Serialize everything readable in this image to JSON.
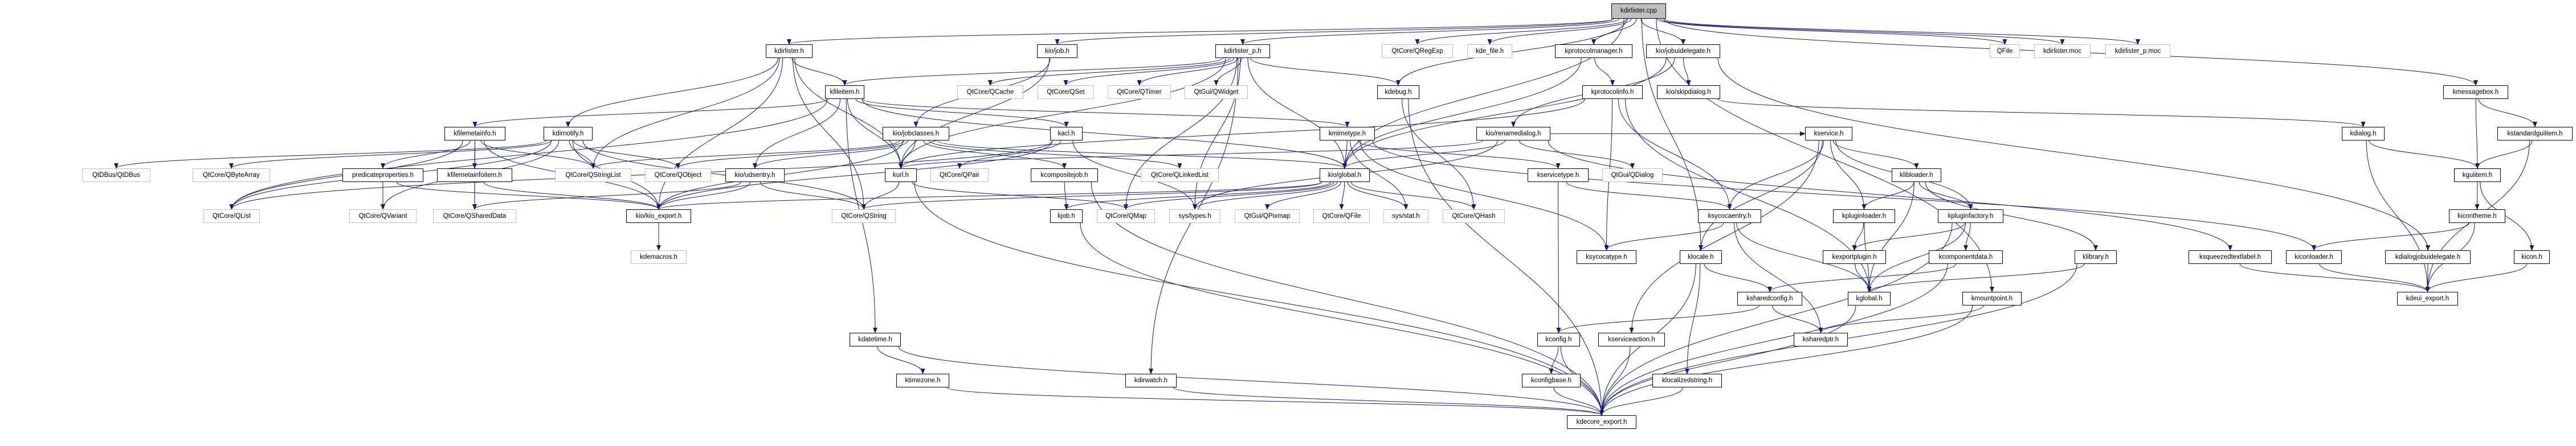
{
  "graph": {
    "edge_color": "#191970",
    "root_fill": "#bfbfbf",
    "external_border": "#bfbfbf",
    "nodes": [
      {
        "label": "kdirlister.cpp",
        "kind": "root"
      },
      {
        "label": "kdirlister.h",
        "kind": "documented"
      },
      {
        "label": "kio/job.h",
        "kind": "documented"
      },
      {
        "label": "kdirlister_p.h",
        "kind": "documented"
      },
      {
        "label": "QtCore/QRegExp",
        "kind": "external"
      },
      {
        "label": "kde_file.h",
        "kind": "external"
      },
      {
        "label": "kprotocolmanager.h",
        "kind": "documented"
      },
      {
        "label": "kio/jobuidelegate.h",
        "kind": "documented"
      },
      {
        "label": "QFile",
        "kind": "external"
      },
      {
        "label": "kdirlister.moc",
        "kind": "external"
      },
      {
        "label": "kdirlister_p.moc",
        "kind": "external"
      },
      {
        "label": "kfileitem.h",
        "kind": "documented"
      },
      {
        "label": "QtCore/QCache",
        "kind": "external"
      },
      {
        "label": "QtCore/QSet",
        "kind": "external"
      },
      {
        "label": "QtCore/QTimer",
        "kind": "external"
      },
      {
        "label": "QtGui/QWidget",
        "kind": "external"
      },
      {
        "label": "kdebug.h",
        "kind": "documented"
      },
      {
        "label": "kprotocolinfo.h",
        "kind": "documented"
      },
      {
        "label": "kio/skipdialog.h",
        "kind": "documented"
      },
      {
        "label": "kmessagebox.h",
        "kind": "documented"
      },
      {
        "label": "kfilemetainfo.h",
        "kind": "documented"
      },
      {
        "label": "kdirnotify.h",
        "kind": "documented"
      },
      {
        "label": "kio/jobclasses.h",
        "kind": "documented"
      },
      {
        "label": "kacl.h",
        "kind": "documented"
      },
      {
        "label": "kmimetype.h",
        "kind": "documented"
      },
      {
        "label": "kio/renamedialog.h",
        "kind": "documented"
      },
      {
        "label": "kservice.h",
        "kind": "documented"
      },
      {
        "label": "kdialog.h",
        "kind": "documented"
      },
      {
        "label": "kstandardguiitem.h",
        "kind": "documented"
      },
      {
        "label": "QtDBus/QtDBus",
        "kind": "external"
      },
      {
        "label": "QtCore/QByteArray",
        "kind": "external"
      },
      {
        "label": "predicateproperties.h",
        "kind": "documented"
      },
      {
        "label": "kfilemetainfoitem.h",
        "kind": "documented"
      },
      {
        "label": "QtCore/QStringList",
        "kind": "external"
      },
      {
        "label": "QtCore/QObject",
        "kind": "external"
      },
      {
        "label": "kio/udsentry.h",
        "kind": "documented"
      },
      {
        "label": "kurl.h",
        "kind": "documented"
      },
      {
        "label": "QtCore/QPair",
        "kind": "external"
      },
      {
        "label": "kcompositejob.h",
        "kind": "documented"
      },
      {
        "label": "QtCore/QLinkedList",
        "kind": "external"
      },
      {
        "label": "kio/global.h",
        "kind": "documented"
      },
      {
        "label": "kservicetype.h",
        "kind": "documented"
      },
      {
        "label": "QtGui/QDialog",
        "kind": "external"
      },
      {
        "label": "klibloader.h",
        "kind": "documented"
      },
      {
        "label": "kguiitem.h",
        "kind": "documented"
      },
      {
        "label": "QtCore/QList",
        "kind": "external"
      },
      {
        "label": "QtCore/QVariant",
        "kind": "external"
      },
      {
        "label": "QtCore/QSharedData",
        "kind": "external"
      },
      {
        "label": "kio/kio_export.h",
        "kind": "documented"
      },
      {
        "label": "QtCore/QString",
        "kind": "external"
      },
      {
        "label": "kjob.h",
        "kind": "documented"
      },
      {
        "label": "QtCore/QMap",
        "kind": "external"
      },
      {
        "label": "sys/types.h",
        "kind": "external"
      },
      {
        "label": "QtGui/QPixmap",
        "kind": "external"
      },
      {
        "label": "QtCore/QFile",
        "kind": "external"
      },
      {
        "label": "sys/stat.h",
        "kind": "external"
      },
      {
        "label": "QtCore/QHash",
        "kind": "external"
      },
      {
        "label": "ksycocaentry.h",
        "kind": "documented"
      },
      {
        "label": "kpluginloader.h",
        "kind": "documented"
      },
      {
        "label": "kpluginfactory.h",
        "kind": "documented"
      },
      {
        "label": "kicontheme.h",
        "kind": "documented"
      },
      {
        "label": "kdemacros.h",
        "kind": "external"
      },
      {
        "label": "ksycocatype.h",
        "kind": "documented"
      },
      {
        "label": "klocale.h",
        "kind": "documented"
      },
      {
        "label": "kexportplugin.h",
        "kind": "documented"
      },
      {
        "label": "kcomponentdata.h",
        "kind": "documented"
      },
      {
        "label": "klibrary.h",
        "kind": "documented"
      },
      {
        "label": "ksqueezedtextlabel.h",
        "kind": "documented"
      },
      {
        "label": "kiconloader.h",
        "kind": "documented"
      },
      {
        "label": "kdialogjobuidelegate.h",
        "kind": "documented"
      },
      {
        "label": "kicon.h",
        "kind": "documented"
      },
      {
        "label": "ksharedconfig.h",
        "kind": "documented"
      },
      {
        "label": "kglobal.h",
        "kind": "documented"
      },
      {
        "label": "kmountpoint.h",
        "kind": "documented"
      },
      {
        "label": "kdeui_export.h",
        "kind": "documented"
      },
      {
        "label": "kdatetime.h",
        "kind": "documented"
      },
      {
        "label": "kconfig.h",
        "kind": "documented"
      },
      {
        "label": "kserviceaction.h",
        "kind": "documented"
      },
      {
        "label": "ksharedptr.h",
        "kind": "documented"
      },
      {
        "label": "ktimezone.h",
        "kind": "documented"
      },
      {
        "label": "kdirwatch.h",
        "kind": "documented"
      },
      {
        "label": "kconfigbase.h",
        "kind": "documented"
      },
      {
        "label": "klocalizedstring.h",
        "kind": "documented"
      },
      {
        "label": "kdecore_export.h",
        "kind": "documented"
      }
    ],
    "edges": [
      [
        "kdirlister.cpp",
        "kdirlister.h"
      ],
      [
        "kdirlister.cpp",
        "kio/job.h"
      ],
      [
        "kdirlister.cpp",
        "kdirlister_p.h"
      ],
      [
        "kdirlister.cpp",
        "QtCore/QRegExp"
      ],
      [
        "kdirlister.cpp",
        "kde_file.h"
      ],
      [
        "kdirlister.cpp",
        "kprotocolmanager.h"
      ],
      [
        "kdirlister.cpp",
        "kio/jobuidelegate.h"
      ],
      [
        "kdirlister.cpp",
        "QFile"
      ],
      [
        "kdirlister.cpp",
        "kdirlister.moc"
      ],
      [
        "kdirlister.cpp",
        "kdirlister_p.moc"
      ],
      [
        "kdirlister.cpp",
        "kmessagebox.h"
      ],
      [
        "kdirlister.cpp",
        "kdebug.h"
      ],
      [
        "kdirlister.cpp",
        "klocale.h"
      ],
      [
        "kdirlister.cpp",
        "kmountpoint.h"
      ],
      [
        "kdirlister.cpp",
        "kio/global.h"
      ],
      [
        "kdirlister.h",
        "kfileitem.h"
      ],
      [
        "kdirlister.h",
        "kdirnotify.h"
      ],
      [
        "kdirlister.h",
        "QtCore/QStringList"
      ],
      [
        "kdirlister.h",
        "kurl.h"
      ],
      [
        "kdirlister.h",
        "QtCore/QString"
      ],
      [
        "kdirlister.h",
        "kio/kio_export.h"
      ],
      [
        "kfileitem.h",
        "kfilemetainfo.h"
      ],
      [
        "kfileitem.h",
        "kio/udsentry.h"
      ],
      [
        "kfileitem.h",
        "kurl.h"
      ],
      [
        "kfileitem.h",
        "kacl.h"
      ],
      [
        "kfileitem.h",
        "kmimetype.h"
      ],
      [
        "kfileitem.h",
        "kio/global.h"
      ],
      [
        "kfileitem.h",
        "QtCore/QList"
      ],
      [
        "kfileitem.h",
        "kdatetime.h"
      ],
      [
        "kfilemetainfo.h",
        "kfilemetainfoitem.h"
      ],
      [
        "kfilemetainfo.h",
        "QtCore/QStringList"
      ],
      [
        "kfilemetainfo.h",
        "QtCore/QList"
      ],
      [
        "kfilemetainfo.h",
        "kio/kio_export.h"
      ],
      [
        "kfilemetainfo.h",
        "QtCore/QSharedData"
      ],
      [
        "kfilemetainfo.h",
        "predicateproperties.h"
      ],
      [
        "kfilemetainfoitem.h",
        "QtCore/QSharedData"
      ],
      [
        "kfilemetainfoitem.h",
        "kio/kio_export.h"
      ],
      [
        "predicateproperties.h",
        "QtCore/QVariant"
      ],
      [
        "predicateproperties.h",
        "kio/kio_export.h"
      ],
      [
        "kdirnotify.h",
        "QtCore/QStringList"
      ],
      [
        "kdirnotify.h",
        "QtCore/QObject"
      ],
      [
        "kdirnotify.h",
        "kio/kio_export.h"
      ],
      [
        "kdirnotify.h",
        "QtDBus/QtDBus"
      ],
      [
        "kdirnotify.h",
        "QtCore/QByteArray"
      ],
      [
        "kdirnotify.h",
        "QtCore/QList"
      ],
      [
        "kdirnotify.h",
        "QtCore/QString"
      ],
      [
        "kdirnotify.h",
        "QtCore/QVariant"
      ],
      [
        "kio/udsentry.h",
        "kio/kio_export.h"
      ],
      [
        "kio/udsentry.h",
        "QtCore/QString"
      ],
      [
        "kio/udsentry.h",
        "QtCore/QSharedData"
      ],
      [
        "kio/kio_export.h",
        "kdemacros.h"
      ],
      [
        "kio/job.h",
        "kio/jobclasses.h"
      ],
      [
        "kio/job.h",
        "kurl.h"
      ],
      [
        "kio/jobclasses.h",
        "kurl.h"
      ],
      [
        "kio/jobclasses.h",
        "kcompositejob.h"
      ],
      [
        "kio/jobclasses.h",
        "kio/global.h"
      ],
      [
        "kio/jobclasses.h",
        "QtCore/QLinkedList"
      ],
      [
        "kio/jobclasses.h",
        "QtCore/QStringList"
      ],
      [
        "kio/jobclasses.h",
        "QtCore/QObject"
      ],
      [
        "kio/jobclasses.h",
        "kio/udsentry.h"
      ],
      [
        "kio/jobclasses.h",
        "kio/kio_export.h"
      ],
      [
        "kacl.h",
        "QtCore/QPair"
      ],
      [
        "kacl.h",
        "QtCore/QList"
      ],
      [
        "kacl.h",
        "sys/types.h"
      ],
      [
        "kacl.h",
        "kio/kio_export.h"
      ],
      [
        "kcompositejob.h",
        "kjob.h"
      ],
      [
        "kcompositejob.h",
        "kdecore_export.h"
      ],
      [
        "kjob.h",
        "kdecore_export.h"
      ],
      [
        "kurl.h",
        "kdecore_export.h"
      ],
      [
        "kurl.h",
        "QtCore/QMap"
      ],
      [
        "kurl.h",
        "QtCore/QString"
      ],
      [
        "kmimetype.h",
        "kservicetype.h"
      ],
      [
        "kmimetype.h",
        "kio/global.h"
      ],
      [
        "kmimetype.h",
        "ksycocatype.h"
      ],
      [
        "kmimetype.h",
        "sys/stat.h"
      ],
      [
        "kio/global.h",
        "kio/kio_export.h"
      ],
      [
        "kio/global.h",
        "QtCore/QString"
      ],
      [
        "kio/global.h",
        "QtCore/QMap"
      ],
      [
        "kio/global.h",
        "QtGui/QPixmap"
      ],
      [
        "kio/global.h",
        "QtCore/QFile"
      ],
      [
        "kio/global.h",
        "sys/stat.h"
      ],
      [
        "kio/global.h",
        "sys/types.h"
      ],
      [
        "kio/global.h",
        "QtCore/QHash"
      ],
      [
        "kio/global.h",
        "kjob.h"
      ],
      [
        "kdirlister_p.h",
        "kfileitem.h"
      ],
      [
        "kdirlister_p.h",
        "QtCore/QCache"
      ],
      [
        "kdirlister_p.h",
        "QtCore/QSet"
      ],
      [
        "kdirlister_p.h",
        "QtCore/QTimer"
      ],
      [
        "kdirlister_p.h",
        "QtGui/QWidget"
      ],
      [
        "kdirlister_p.h",
        "kurl.h"
      ],
      [
        "kdirlister_p.h",
        "kio/global.h"
      ],
      [
        "kdirlister_p.h",
        "kdirwatch.h"
      ],
      [
        "kdirlister_p.h",
        "kdebug.h"
      ],
      [
        "kdirlister_p.h",
        "QtCore/QMap"
      ],
      [
        "kdirlister_p.h",
        "sys/types.h"
      ],
      [
        "kdebug.h",
        "kdecore_export.h"
      ],
      [
        "kdebug.h",
        "QtCore/QHash"
      ],
      [
        "kprotocolmanager.h",
        "kprotocolinfo.h"
      ],
      [
        "kprotocolmanager.h",
        "kio/global.h"
      ],
      [
        "kprotocolinfo.h",
        "ksycocatype.h"
      ],
      [
        "kprotocolinfo.h",
        "kurl.h"
      ],
      [
        "kprotocolinfo.h",
        "ksycocaentry.h"
      ],
      [
        "kprotocolinfo.h",
        "kglobal.h"
      ],
      [
        "kio/jobuidelegate.h",
        "kio/skipdialog.h"
      ],
      [
        "kio/jobuidelegate.h",
        "kio/renamedialog.h"
      ],
      [
        "kio/jobuidelegate.h",
        "kdialogjobuidelegate.h"
      ],
      [
        "kio/jobuidelegate.h",
        "kio/global.h"
      ],
      [
        "kio/skipdialog.h",
        "kdialog.h"
      ],
      [
        "kio/renamedialog.h",
        "kio/global.h"
      ],
      [
        "kio/renamedialog.h",
        "QtGui/QDialog"
      ],
      [
        "kio/renamedialog.h",
        "kurl.h"
      ],
      [
        "kio/renamedialog.h",
        "sys/types.h"
      ],
      [
        "kio/renamedialog.h",
        "kservice.h"
      ],
      [
        "kservicetype.h",
        "ksycocaentry.h"
      ],
      [
        "kservicetype.h",
        "kconfig.h"
      ],
      [
        "ksycocaentry.h",
        "ksycocatype.h"
      ],
      [
        "ksycocaentry.h",
        "kglobal.h"
      ],
      [
        "ksycocaentry.h",
        "ksharedptr.h"
      ],
      [
        "kservice.h",
        "ksycocaentry.h"
      ],
      [
        "kservice.h",
        "kpluginloader.h"
      ],
      [
        "kservice.h",
        "klibloader.h"
      ],
      [
        "kservice.h",
        "kpluginfactory.h"
      ],
      [
        "kservice.h",
        "klocale.h"
      ],
      [
        "kservice.h",
        "kserviceaction.h"
      ],
      [
        "klibloader.h",
        "kpluginloader.h"
      ],
      [
        "klibloader.h",
        "kpluginfactory.h"
      ],
      [
        "klibloader.h",
        "kglobal.h"
      ],
      [
        "klibloader.h",
        "klibrary.h"
      ],
      [
        "kpluginloader.h",
        "kexportplugin.h"
      ],
      [
        "kpluginloader.h",
        "kglobal.h"
      ],
      [
        "kpluginfactory.h",
        "kexportplugin.h"
      ],
      [
        "kpluginfactory.h",
        "kcomponentdata.h"
      ],
      [
        "kpluginfactory.h",
        "kglobal.h"
      ],
      [
        "kpluginfactory.h",
        "kdecore_export.h"
      ],
      [
        "kexportplugin.h",
        "kglobal.h"
      ],
      [
        "kcomponentdata.h",
        "ksharedconfig.h"
      ],
      [
        "kcomponentdata.h",
        "kdecore_export.h"
      ],
      [
        "klibrary.h",
        "kglobal.h"
      ],
      [
        "klibrary.h",
        "kdecore_export.h"
      ],
      [
        "klocale.h",
        "ksharedconfig.h"
      ],
      [
        "klocale.h",
        "klocalizedstring.h"
      ],
      [
        "klocale.h",
        "kdecore_export.h"
      ],
      [
        "ksharedconfig.h",
        "ksharedptr.h"
      ],
      [
        "ksharedconfig.h",
        "kconfig.h"
      ],
      [
        "kconfig.h",
        "kconfigbase.h"
      ],
      [
        "kconfig.h",
        "kdecore_export.h"
      ],
      [
        "kconfigbase.h",
        "kdecore_export.h"
      ],
      [
        "kserviceaction.h",
        "kdecore_export.h"
      ],
      [
        "klocalizedstring.h",
        "kdecore_export.h"
      ],
      [
        "kglobal.h",
        "kdecore_export.h"
      ],
      [
        "kmountpoint.h",
        "ksharedptr.h"
      ],
      [
        "kmountpoint.h",
        "kdecore_export.h"
      ],
      [
        "kdatetime.h",
        "ktimezone.h"
      ],
      [
        "kdatetime.h",
        "kdecore_export.h"
      ],
      [
        "ktimezone.h",
        "kdecore_export.h"
      ],
      [
        "kdirwatch.h",
        "kdecore_export.h"
      ],
      [
        "kmessagebox.h",
        "kguiitem.h"
      ],
      [
        "kmessagebox.h",
        "kstandardguiitem.h"
      ],
      [
        "kstandardguiitem.h",
        "kguiitem.h"
      ],
      [
        "kstandardguiitem.h",
        "kdeui_export.h"
      ],
      [
        "kguiitem.h",
        "kicontheme.h"
      ],
      [
        "kguiitem.h",
        "kicon.h"
      ],
      [
        "kicontheme.h",
        "kiconloader.h"
      ],
      [
        "kicontheme.h",
        "kdeui_export.h"
      ],
      [
        "kicon.h",
        "kdeui_export.h"
      ],
      [
        "kiconloader.h",
        "kdeui_export.h"
      ],
      [
        "kdialog.h",
        "kguiitem.h"
      ],
      [
        "kdialog.h",
        "kdeui_export.h"
      ],
      [
        "kdialogjobuidelegate.h",
        "kdeui_export.h"
      ],
      [
        "ksqueezedtextlabel.h",
        "kdeui_export.h"
      ],
      [
        "kmimetype.h",
        "kiconloader.h"
      ],
      [
        "kio/renamedialog.h",
        "ksqueezedtextlabel.h"
      ]
    ]
  }
}
